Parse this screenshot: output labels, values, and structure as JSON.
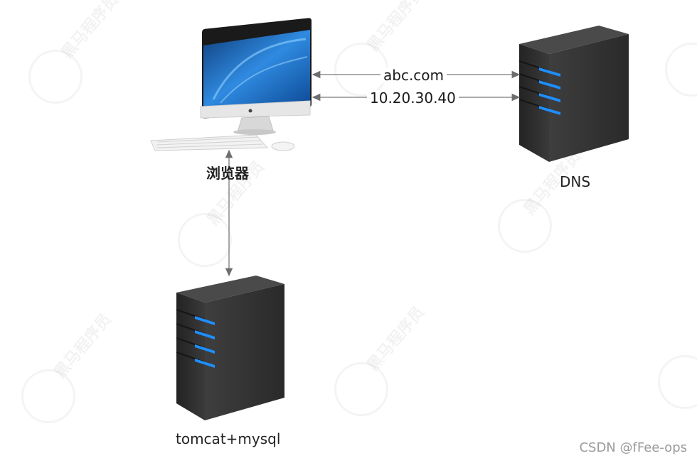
{
  "nodes": {
    "browser": {
      "label": "浏览器"
    },
    "dns": {
      "label": "DNS"
    },
    "server": {
      "label": "tomcat+mysql"
    }
  },
  "edges": [
    {
      "from": "browser",
      "to": "dns",
      "label": "abc.com"
    },
    {
      "from": "browser",
      "to": "dns",
      "label": "10.20.30.40"
    },
    {
      "from": "browser",
      "to": "server",
      "label": ""
    }
  ],
  "watermark": {
    "text": "黑马程序员",
    "credit": "CSDN @fFee-ops"
  },
  "colors": {
    "server_body": "#2b2b2b",
    "server_led": "#1e8fff",
    "screen_blue": "#1f6fc4",
    "arrow": "#777777"
  }
}
